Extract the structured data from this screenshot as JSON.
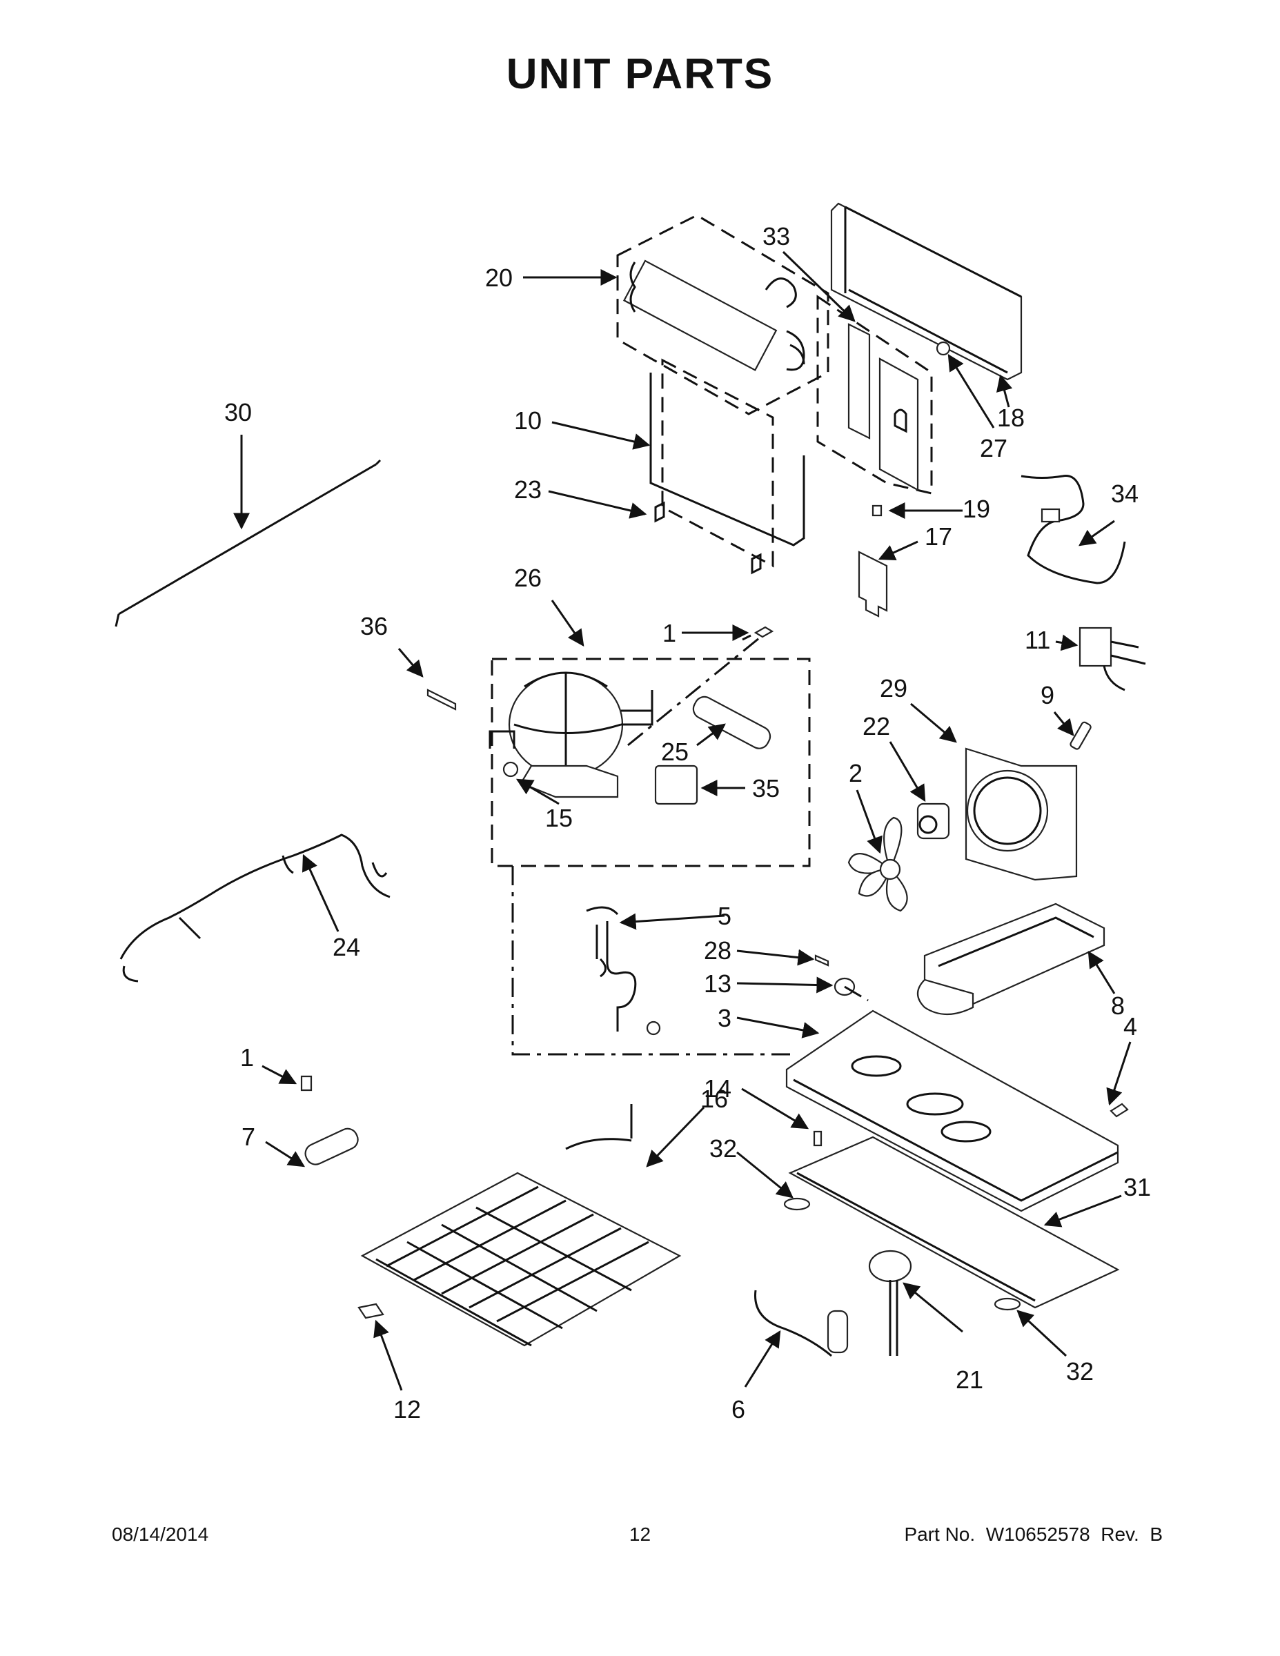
{
  "page": {
    "title": "UNIT PARTS",
    "footer_date": "08/14/2014",
    "footer_page": "12",
    "footer_part": "Part No.  W10652578  Rev.  B"
  },
  "callouts": [
    "1",
    "2",
    "3",
    "4",
    "5",
    "6",
    "7",
    "8",
    "9",
    "10",
    "11",
    "12",
    "13",
    "14",
    "15",
    "16",
    "17",
    "18",
    "19",
    "20",
    "21",
    "22",
    "23",
    "24",
    "25",
    "26",
    "27",
    "28",
    "29",
    "30",
    "31",
    "32",
    "33",
    "34",
    "35",
    "36"
  ]
}
